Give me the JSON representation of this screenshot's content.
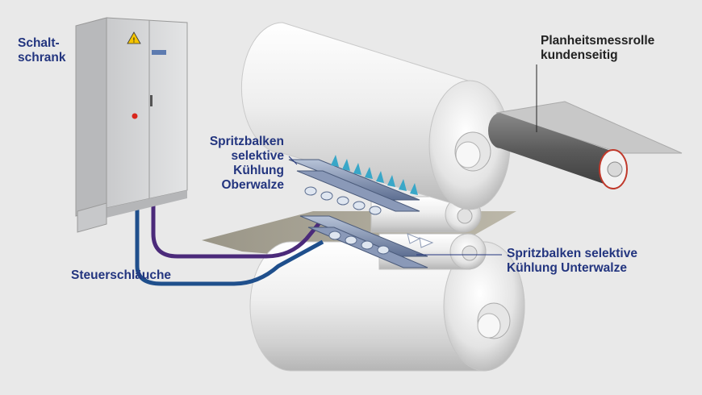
{
  "colors": {
    "background": "#e9e9e9",
    "label_navy": "#23357f",
    "label_dark": "#222222",
    "hose_purple": "#4b2a7a",
    "hose_blue": "#1f4f8c",
    "nozzle_teal": "#39a7c8",
    "cabinet_grey": "#d9dadb",
    "roll_light": "#f2f2f2"
  },
  "labels": {
    "cabinet": "Schalt-\nschrank",
    "hoses": "Steuerschläuche",
    "upper_beam": "Spritzbalken\nselektive\nKühlung\nOberwalze",
    "lower_beam": "Spritzbalken selektive\nKühlung Unterwalze",
    "measuring_roll": "Planheitsmessrolle\nkundenseitig"
  },
  "icons": {
    "warning": "warning-triangle-icon",
    "emergency": "emergency-stop-icon"
  }
}
